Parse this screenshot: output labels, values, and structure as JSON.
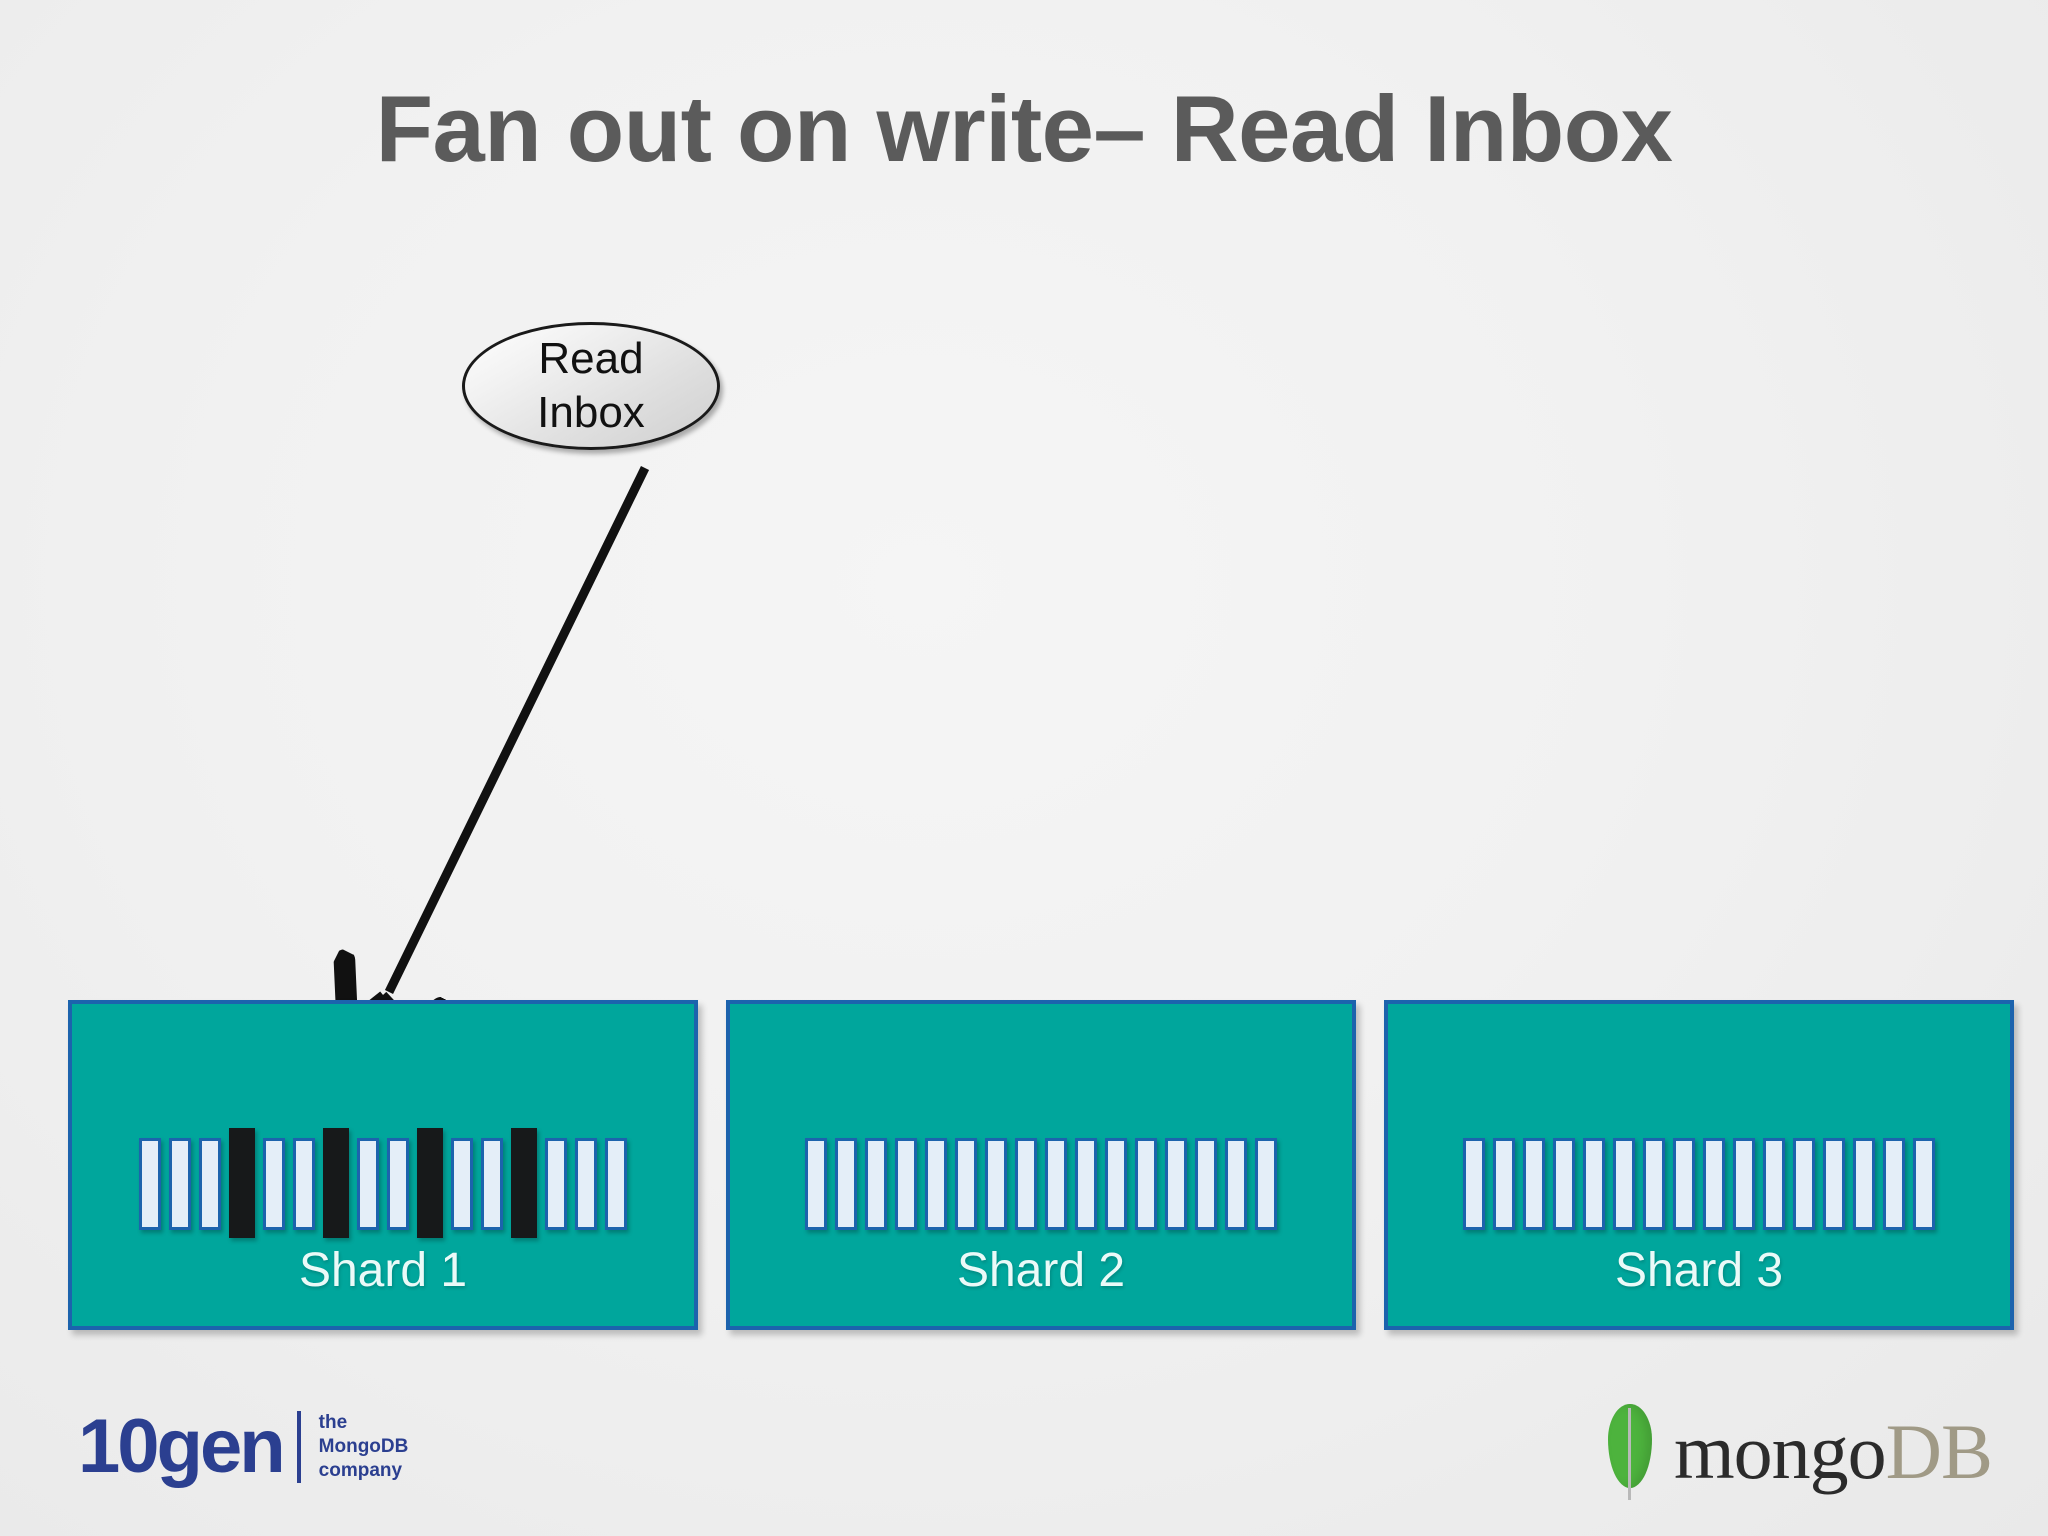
{
  "slide": {
    "title": "Fan out on write– Read Inbox",
    "background_color": "#f0f0f0",
    "title_color": "#5b5b5b"
  },
  "node": {
    "name": "read-inbox-node",
    "line1": "Read",
    "line2": "Inbox",
    "shape": "ellipse",
    "fill": "#e8e8e8",
    "border_color": "#1a1a1a"
  },
  "diagram": {
    "accent_teal": "#00a69c",
    "accent_blue": "#1c63ad",
    "bar_fill": "#e4eef8",
    "bar_highlight_fill": "#17191a",
    "arrow_color": "#111111",
    "incoming_arrow_label": "",
    "fanout_arrow_count": 4
  },
  "shards": [
    {
      "id": "shard-1",
      "label": "Shard 1",
      "bar_count": 16,
      "highlighted_bars": [
        4,
        7,
        10,
        13
      ]
    },
    {
      "id": "shard-2",
      "label": "Shard 2",
      "bar_count": 16,
      "highlighted_bars": []
    },
    {
      "id": "shard-3",
      "label": "Shard 3",
      "bar_count": 16,
      "highlighted_bars": []
    }
  ],
  "footer": {
    "tengen": {
      "wordmark": "10gen",
      "tagline_line1": "the",
      "tagline_line2": "MongoDB",
      "tagline_line3": "company",
      "color": "#2b3f90"
    },
    "mongodb": {
      "word_mongo": "mongo",
      "word_db": "DB",
      "leaf_color": "#4db33d",
      "mongo_color": "#2b2b2b",
      "db_color": "#a09a86"
    }
  }
}
